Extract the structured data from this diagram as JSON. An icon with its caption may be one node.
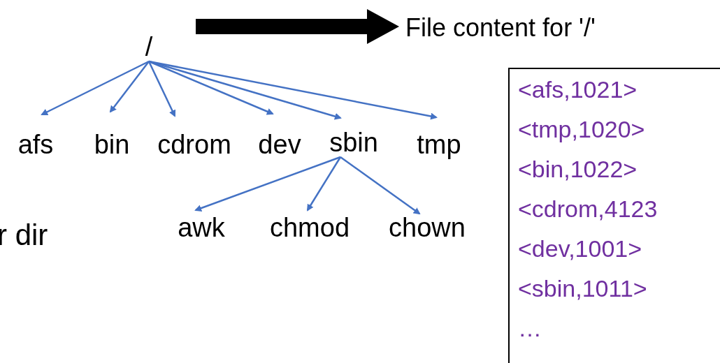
{
  "diagram": {
    "nodes": [
      {
        "text": [
          "/"
        ]
      },
      {
        "text": [
          "afs"
        ]
      },
      {
        "text": [
          "bin"
        ]
      },
      {
        "text": [
          "cdrom"
        ]
      },
      {
        "text": [
          "dev"
        ]
      },
      {
        "text": [
          "sbin"
        ]
      },
      {
        "text": [
          "tmp"
        ]
      },
      {
        "text": [
          "awk"
        ]
      },
      {
        "text": [
          "chmod"
        ]
      },
      {
        "text": [
          "chown"
        ]
      },
      {
        "text": [
          "File content for '/'"
        ]
      },
      {
        "text": [
          "<afs,1021>",
          "<tmp,1020>",
          "<bin,1022>",
          "<cdrom,4123",
          "<dev,1001>",
          "<sbin,1011>",
          "…"
        ]
      }
    ],
    "edges": [
      {
        "from": 0,
        "to": 1,
        "arrow": "to"
      },
      {
        "from": 0,
        "to": 2,
        "arrow": "to"
      },
      {
        "from": 0,
        "to": 3,
        "arrow": "to"
      },
      {
        "from": 0,
        "to": 4,
        "arrow": "to"
      },
      {
        "from": 0,
        "to": 5,
        "arrow": "to"
      },
      {
        "from": 0,
        "to": 6,
        "arrow": "to"
      },
      {
        "from": 5,
        "to": 7,
        "arrow": "to"
      },
      {
        "from": 5,
        "to": 8,
        "arrow": "to"
      },
      {
        "from": 5,
        "to": 9,
        "arrow": "to"
      },
      {
        "from": 0,
        "to": 10,
        "arrow": "to",
        "style": "thick",
        "color": "#000000"
      }
    ],
    "labels": [
      "r dir"
    ]
  }
}
